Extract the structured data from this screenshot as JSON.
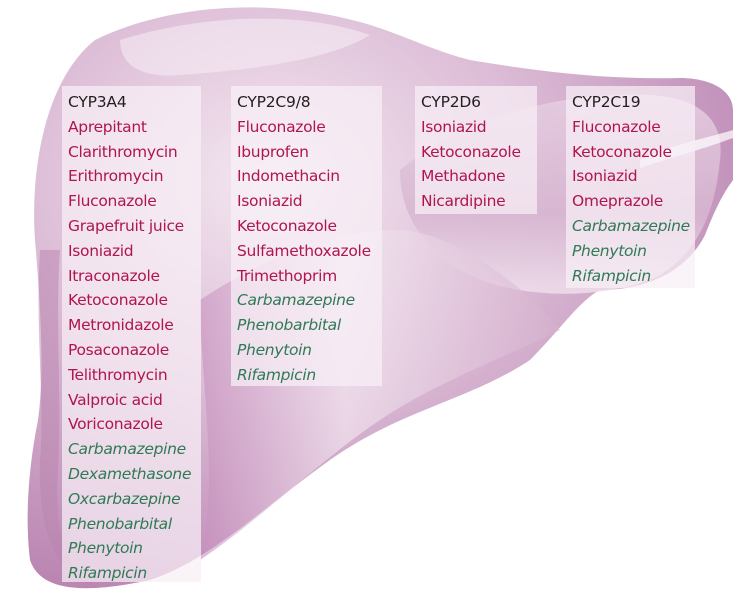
{
  "figure": {
    "description": "Liver illustration with CYP enzyme inhibitors and inducers",
    "colors": {
      "liver_base": "#d9b3d2",
      "liver_dark": "#b47aab",
      "liver_light": "#f5ebf3",
      "inhibitor_text": "#b0154f",
      "inducer_text": "#2f7a55",
      "header_text": "#231f20"
    },
    "legend_semantics": {
      "inhibitor_style": "red-magenta upright",
      "inducer_style": "green italic"
    }
  },
  "enzymes": [
    {
      "name": "CYP3A4",
      "inhibitors": [
        "Aprepitant",
        "Clarithromycin",
        "Erithromycin",
        "Fluconazole",
        "Grapefruit juice",
        "Isoniazid",
        "Itraconazole",
        "Ketoconazole",
        "Metronidazole",
        "Posaconazole",
        "Telithromycin",
        "Valproic acid",
        "Voriconazole"
      ],
      "inducers": [
        "Carbamazepine",
        "Dexamethasone",
        "Oxcarbazepine",
        "Phenobarbital",
        "Phenytoin",
        "Rifampicin"
      ]
    },
    {
      "name": "CYP2C9/8",
      "inhibitors": [
        "Fluconazole",
        "Ibuprofen",
        "Indomethacin",
        "Isoniazid",
        "Ketoconazole",
        "Sulfamethoxazole",
        "Trimethoprim"
      ],
      "inducers": [
        "Carbamazepine",
        "Phenobarbital",
        "Phenytoin",
        "Rifampicin"
      ]
    },
    {
      "name": "CYP2D6",
      "inhibitors": [
        "Isoniazid",
        "Ketoconazole",
        "Methadone",
        "Nicardipine"
      ],
      "inducers": []
    },
    {
      "name": "CYP2C19",
      "inhibitors": [
        "Fluconazole",
        "Ketoconazole",
        "Isoniazid",
        "Omeprazole"
      ],
      "inducers": [
        "Carbamazepine",
        "Phenytoin",
        "Rifampicin"
      ]
    }
  ]
}
